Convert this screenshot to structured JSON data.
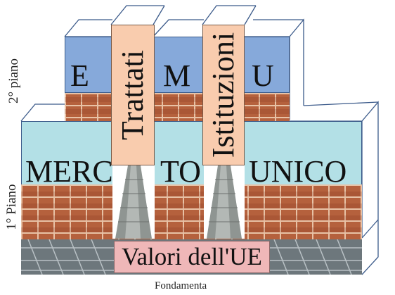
{
  "floor_labels": {
    "second": "2° piano",
    "first": "1° Piano"
  },
  "upper_floor": {
    "letters": [
      "E",
      "M",
      "U"
    ]
  },
  "lower_floor": {
    "words": [
      "MERC",
      "TO",
      "UNICO"
    ]
  },
  "columns": {
    "left": "Trattati",
    "right": "Istituzioni"
  },
  "foundation": {
    "label": "Valori dell'UE",
    "caption": "Fondamenta"
  },
  "colors": {
    "upper_wall": "#86a9da",
    "lower_wall": "#b3e0e6",
    "column": "#f9ccae",
    "foundation_label": "#efb7b8",
    "brick": "#b5613d"
  }
}
